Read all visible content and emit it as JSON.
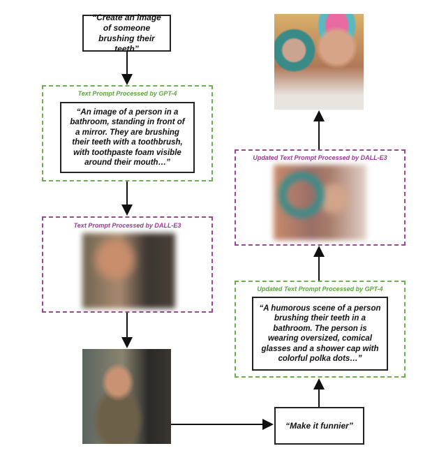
{
  "initial_prompt": "“Create an image of someone brushing their teeth”",
  "gpt4_stage": {
    "label": "Text Prompt Processed by GPT-4",
    "text": "“An image of a person in a bathroom, standing in front of a mirror. They are brushing their teeth with a toothbrush, with toothpaste foam visible around their mouth…”"
  },
  "dalle_stage": {
    "label": "Text Prompt Processed by DALL-E3"
  },
  "feedback_prompt": "“Make it funnier”",
  "updated_gpt4_stage": {
    "label": "Updated Text Prompt Processed by GPT-4",
    "text": "“A humorous scene of a person brushing their teeth in a bathroom. The person is wearing oversized, comical glasses and a shower cap with colorful polka dots…”"
  },
  "updated_dalle_stage": {
    "label": "Updated Text Prompt Processed by DALL-E3"
  },
  "colors": {
    "gpt4": "#6ab04c",
    "dalle": "#a0449a"
  }
}
